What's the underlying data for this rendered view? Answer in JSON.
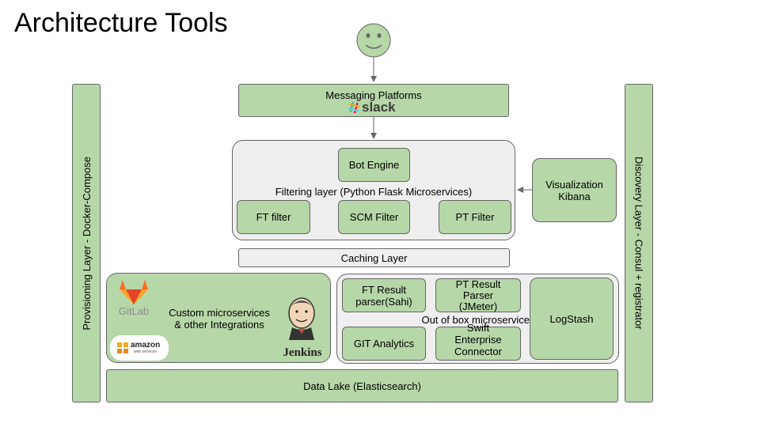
{
  "title": "Architecture Tools",
  "messaging": {
    "label": "Messaging Platforms",
    "logo_text": "slack"
  },
  "filtering": {
    "bot_engine": "Bot Engine",
    "label": "Filtering layer (Python Flask Microservices)",
    "filters": [
      "FT filter",
      "SCM Filter",
      "PT Filter"
    ]
  },
  "visualization": {
    "line1": "Visualization",
    "line2": "Kibana"
  },
  "caching": "Caching Layer",
  "custom": {
    "line1": "Custom microservices",
    "line2": "& other Integrations",
    "gitlab_text": "GitLab",
    "aws_text": "amazon",
    "aws_sub": "web services",
    "jenkins_text": "Jenkins"
  },
  "oob": {
    "label": "Out of box microservices",
    "ft_result": [
      "FT Result",
      "parser(Sahi)"
    ],
    "pt_result": [
      "PT Result",
      "Parser",
      "(JMeter)"
    ],
    "git": "GIT Analytics",
    "swift": [
      "Swift",
      "Enterprise",
      "Connector"
    ],
    "logstash": "LogStash"
  },
  "provisioning": "Provisioning Layer - Docker-Compose",
  "discovery": "Discovery Layer - Consul + registrator",
  "datalake": "Data Lake (Elasticsearch)",
  "colors": {
    "box_green": "#b6d7a8",
    "box_grey": "#efefef",
    "border": "#666666"
  }
}
